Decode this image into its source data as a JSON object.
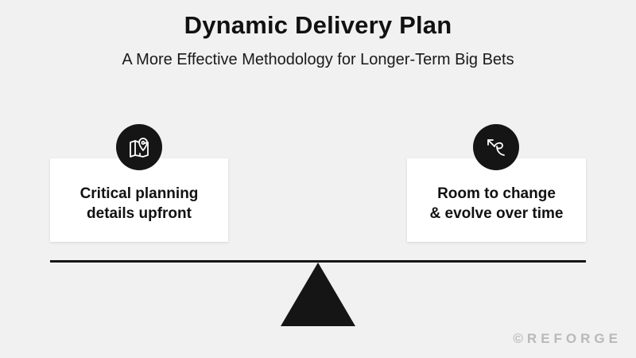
{
  "title": "Dynamic Delivery Plan",
  "subtitle": "A More Effective Methodology for Longer-Term Big Bets",
  "left_card": {
    "text": "Critical planning\ndetails upfront",
    "icon": "map-pin-icon"
  },
  "right_card": {
    "text": "Room to change\n& evolve over time",
    "icon": "curved-arrow-icon"
  },
  "watermark": "©REFORGE",
  "colors": {
    "background": "#f1f1f1",
    "dark": "#151515",
    "card": "#ffffff",
    "watermark": "#b9b9b9"
  }
}
